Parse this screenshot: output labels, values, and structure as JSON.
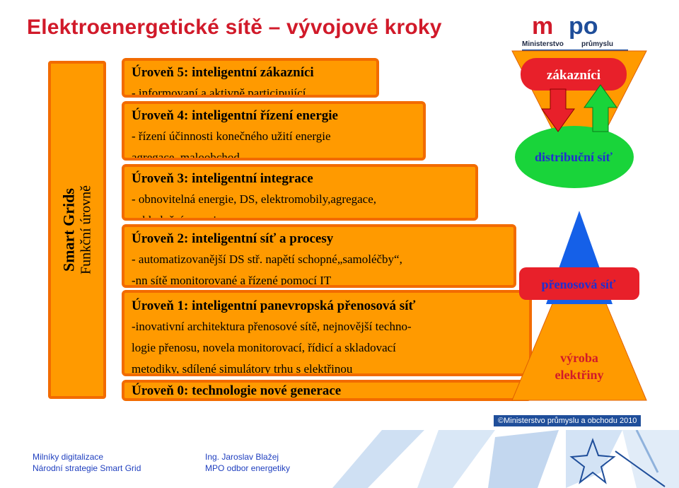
{
  "slide": {
    "title": "Elektroenergetické sítě – vývojové kroky",
    "logo": {
      "brand_mark": "mpo",
      "line1": "Ministerstvo",
      "line2": "průmyslu",
      "colors": {
        "red": "#d11a2a",
        "blue": "#1f4e9a"
      }
    },
    "side_label": {
      "line1": "Smart Grids",
      "line2": "Funkční úrovně"
    },
    "levels": [
      {
        "id": "lvl5",
        "heading": "Úroveň  5: inteligentní zákazníci",
        "lines": [
          "- informovaní a aktivně participující"
        ]
      },
      {
        "id": "lvl4",
        "heading": "Úroveň  4: inteligentní řízení energie",
        "lines": [
          "- řízení účinnosti konečného užití energie",
          "agregace,  maloobchod"
        ]
      },
      {
        "id": "lvl3",
        "heading": "Úroveň  3: inteligentní integrace",
        "lines": [
          "- obnovitelná energie, DS, elektromobily,agregace,",
          "uskladnění energie"
        ]
      },
      {
        "id": "lvl2",
        "heading": "Úroveň  2: inteligentní síť a procesy",
        "lines": [
          "- automatizovanější DS stř. napětí schopné„samoléčby“,",
          "-nn sítě monitorované a řízené pomocí IT"
        ]
      },
      {
        "id": "lvl1",
        "heading": "Úroveň  1: inteligentní panevropská  přenosová  síť",
        "lines": [
          "-inovativní architektura přenosové sítě, nejnovější techno-",
          "logie přenosu, novela monitorovací, řídicí a skladovací",
          "metodiky, sdílené simulátory trhu s elektřinou"
        ]
      },
      {
        "id": "lvl0",
        "heading": "Úroveň  0: technologie nové  generace",
        "lines": []
      }
    ],
    "diagram": {
      "customers": "zákazníci",
      "distribution": "distribuční  síť",
      "transmission": "přenosová    síť",
      "generation_line1": "výroba",
      "generation_line2": "elektřiny",
      "colors": {
        "orange": "#ff9a00",
        "red": "#e8202a",
        "green": "#19d43a",
        "blue": "#1560e8",
        "label_blue": "#1f2fd0",
        "label_red": "#d11a2a"
      }
    },
    "copyright": "©Ministerstvo průmyslu a obchodu 2010"
  },
  "footer": {
    "left_line1": "Milníky digitalizace",
    "left_line2": "Národní strategie Smart Grid",
    "mid_line1": "Ing. Jaroslav Blažej",
    "mid_line2": "MPO  odbor  energetiky"
  }
}
